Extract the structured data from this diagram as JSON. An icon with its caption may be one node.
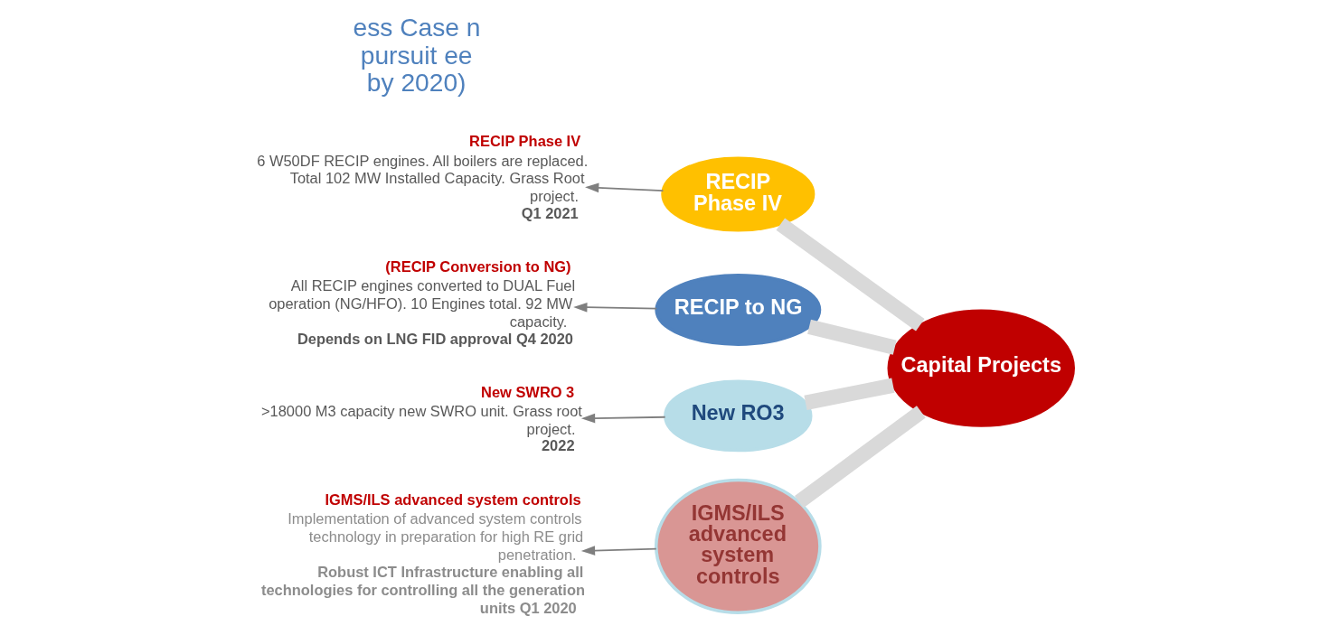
{
  "diagram": {
    "nodes": [
      {
        "text": [
          "Capital Projects"
        ]
      },
      {
        "text": [
          "RECIP Phase IV"
        ]
      },
      {
        "text": [
          "RECIP to NG"
        ]
      },
      {
        "text": [
          "New RO3"
        ]
      },
      {
        "text": [
          "IGMS/ILS advanced system controls"
        ]
      },
      {
        "text": [
          "RECIP Phase IV",
          "6 W50DF RECIP engines. All boilers are replaced. Total 102 MW Installed Capacity. Grass Root project. **Q1 2021**"
        ]
      },
      {
        "text": [
          "(RECIP Conversion to NG)",
          "All RECIP engines converted to DUAL Fuel operation (NG/HFO). 10 Engines total. 92 MW capacity. **Depends on LNG FID approval Q4 2020**"
        ]
      },
      {
        "text": [
          "New SWRO 3",
          ">18000 M3 capacity new SWRO unit. Grass root project. **2022**"
        ]
      },
      {
        "text": [
          "IGMS/ILS advanced system controls",
          "Implementation of advanced system controls technology in preparation for high RE grid penetration. **Robust ICT Infrastructure enabling all technologies for controlling all the generation units Q1 2020**"
        ]
      }
    ],
    "edges": [
      {
        "from": 0,
        "to": 1,
        "arrow": "none",
        "style": "thick",
        "color": "#d9d9d9"
      },
      {
        "from": 0,
        "to": 2,
        "arrow": "none",
        "style": "thick",
        "color": "#d9d9d9"
      },
      {
        "from": 0,
        "to": 3,
        "arrow": "none",
        "style": "thick",
        "color": "#d9d9d9"
      },
      {
        "from": 0,
        "to": 4,
        "arrow": "none",
        "style": "thick",
        "color": "#d9d9d9"
      },
      {
        "from": 1,
        "to": 5,
        "arrow": "to"
      },
      {
        "from": 2,
        "to": 6,
        "arrow": "to"
      },
      {
        "from": 3,
        "to": 7,
        "arrow": "to"
      },
      {
        "from": 4,
        "to": 8,
        "arrow": "to"
      }
    ],
    "labels": [
      "ess Case n pursuit ee by 2020)"
    ]
  }
}
